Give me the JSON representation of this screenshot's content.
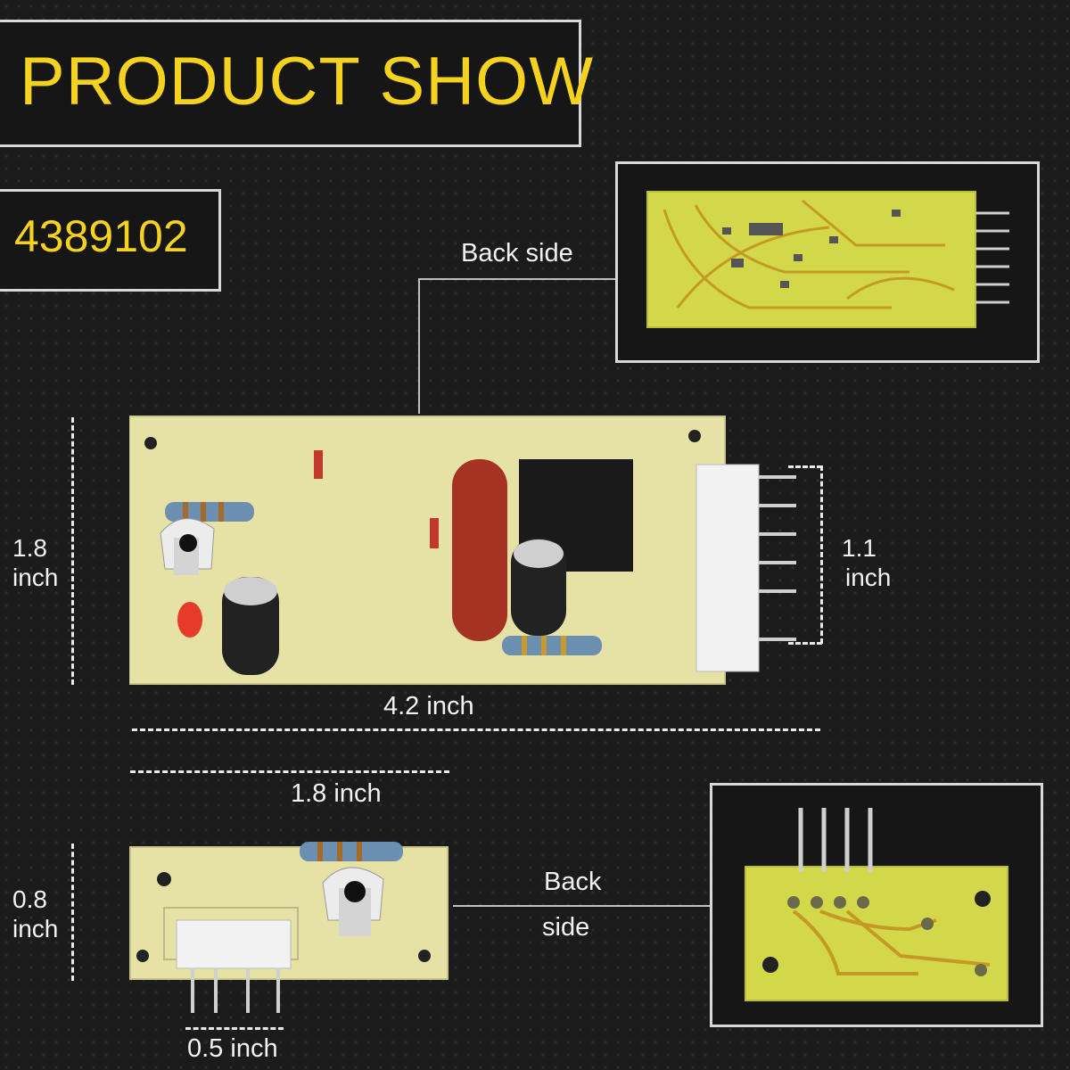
{
  "heading": "PRODUCT SHOW",
  "part_number": "4389102",
  "labels": {
    "back_side_top": "Back side",
    "back_side_bottom_1": "Back",
    "back_side_bottom_2": "side"
  },
  "dimensions": {
    "main_height": [
      "1.8",
      "inch"
    ],
    "connector_height": [
      "1.1",
      "inch"
    ],
    "main_width": "4.2 inch",
    "small_width": "1.8 inch",
    "small_height": [
      "0.8",
      "inch"
    ],
    "connector_width": "0.5 inch"
  },
  "colors": {
    "accent": "#f4d21e",
    "board": "#e6e2a6",
    "board_back": "#d2d84a"
  }
}
